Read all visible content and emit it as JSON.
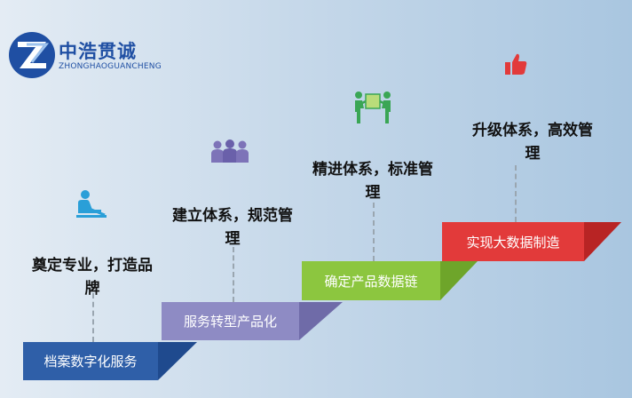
{
  "logo": {
    "cn": "中浩贯诚",
    "en": "ZHONGHAOGUANCHENG",
    "color": "#1f4fa3"
  },
  "steps": [
    {
      "stair": "档案数字化服务",
      "label_line1": "奠定专业，打造品",
      "label_line2": "牌",
      "icon": "person-studying-icon",
      "color": "#2f5fa8"
    },
    {
      "stair": "服务转型产品化",
      "label_line1": "建立体系，规范管",
      "label_line2": "理",
      "icon": "team-people-icon",
      "color": "#8e8bc4"
    },
    {
      "stair": "确定产品数据链",
      "label_line1": "精进体系，标准管",
      "label_line2": "理",
      "icon": "people-carrying-box-icon",
      "color": "#8cc63f"
    },
    {
      "stair": "实现大数据制造",
      "label_line1": "升级体系，高效管",
      "label_line2": "理",
      "icon": "thumbs-up-icon",
      "color": "#e23a3a"
    }
  ]
}
